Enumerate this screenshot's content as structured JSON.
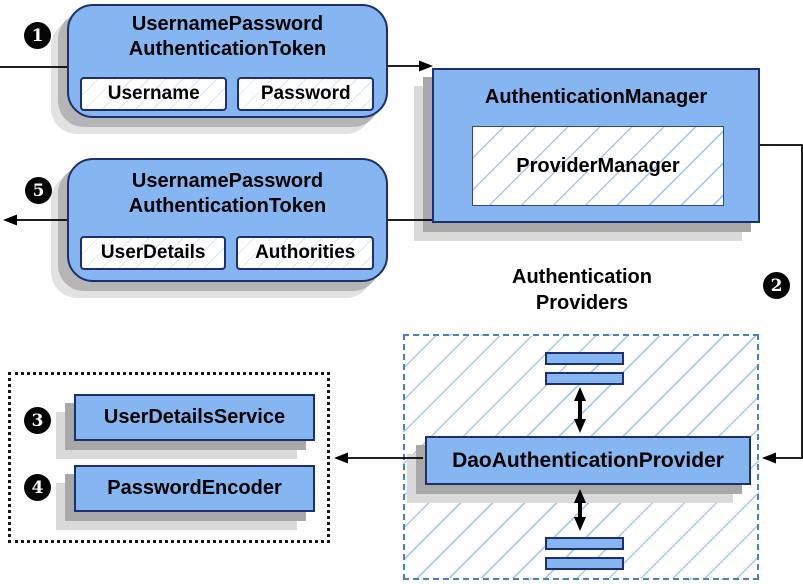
{
  "steps": [
    "1",
    "2",
    "3",
    "4",
    "5"
  ],
  "request_token": {
    "title_line1": "UsernamePassword",
    "title_line2": "AuthenticationToken",
    "field_username": "Username",
    "field_password": "Password"
  },
  "authentication_manager": {
    "title": "AuthenticationManager",
    "provider_manager": "ProviderManager"
  },
  "result_token": {
    "title_line1": "UsernamePassword",
    "title_line2": "AuthenticationToken",
    "field_user_details": "UserDetails",
    "field_authorities": "Authorities"
  },
  "authentication_providers": {
    "label_line1": "Authentication",
    "label_line2": "Providers",
    "dao_provider": "DaoAuthenticationProvider"
  },
  "dependencies": {
    "user_details_service": "UserDetailsService",
    "password_encoder": "PasswordEncoder"
  },
  "colors": {
    "node_fill": "#85b6f2",
    "node_border": "#1e2f6e",
    "hatch_line": "#a9c9ec",
    "providers_dashed_border": "#4d7ebe",
    "flow_line": "#000000",
    "shadow_dark": "#a8a8a8",
    "shadow_light": "#dadada"
  }
}
